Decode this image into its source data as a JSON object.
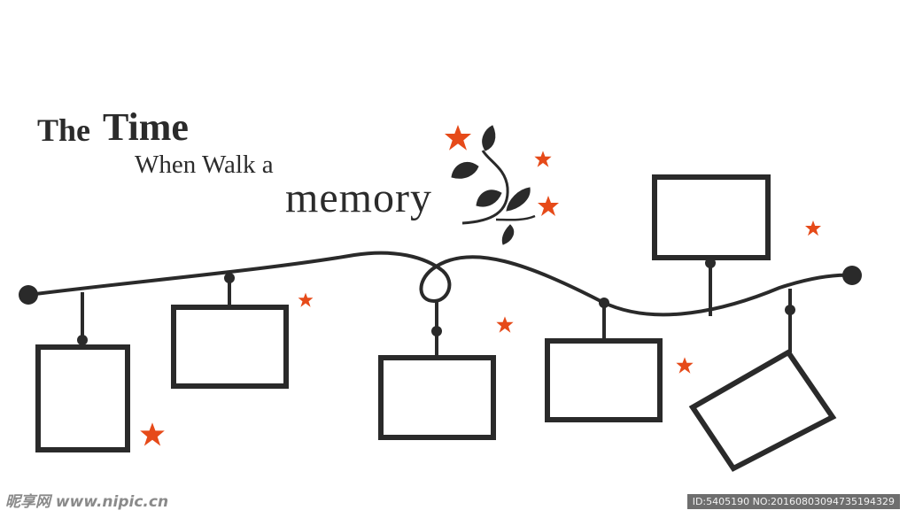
{
  "heading": {
    "line1_a": "The",
    "line1_b": "Time",
    "line2": "When Walk a",
    "line3": "memory"
  },
  "watermark": {
    "left": "昵享网 www.nipic.cn",
    "right": "ID:5405190 NO:20160803094735194329"
  },
  "colors": {
    "line": "#2a2a2a",
    "accent": "#e64a19",
    "background": "#ffffff"
  },
  "icons": [
    "flower-icon",
    "leaf-branch-icon",
    "photo-frame-icon"
  ]
}
